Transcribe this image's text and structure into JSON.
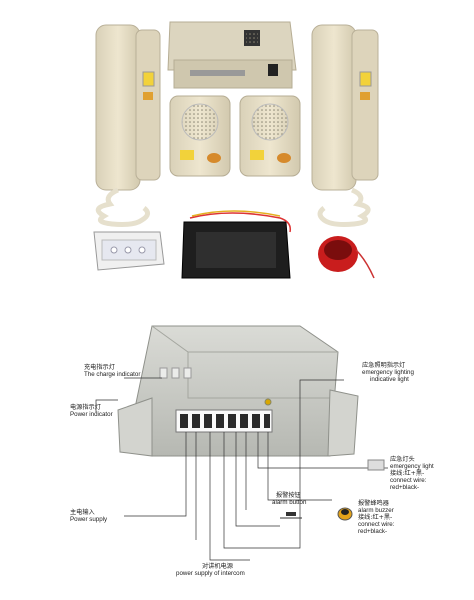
{
  "labels": {
    "charge_indicator": {
      "cn": "充电指示灯",
      "en": "The charge indicator"
    },
    "power_indicator": {
      "cn": "电源指示灯",
      "en": "Power indicator"
    },
    "power_supply": {
      "cn": "主电输入",
      "en": "Power supply"
    },
    "intercom_power": {
      "cn": "对讲机电源",
      "en": "power supply of intercom"
    },
    "emergency_indicator": {
      "cn": "应急照明指示灯",
      "en1": "emergency lighting",
      "en2": "indicative light"
    },
    "emergency_light": {
      "cn": "应急灯头",
      "en1": "emergency light",
      "en2": "接线:红+黑-",
      "en3": "connect wire:",
      "en4": "red+black-"
    },
    "alarm_button": {
      "cn": "报警按钮",
      "en": "alarm button"
    },
    "alarm_buzzer": {
      "cn": "报警蜂鸣器",
      "en1": "alarm buzzer",
      "en2": "接线:红+黑-",
      "en3": "connect wire:",
      "en4": "red+black-"
    }
  },
  "colors": {
    "beige": "#e8e0c8",
    "device_gray": "#c9cac4",
    "label_yellow": "#f2d23a",
    "terminal_dark": "#2b2b2b"
  }
}
